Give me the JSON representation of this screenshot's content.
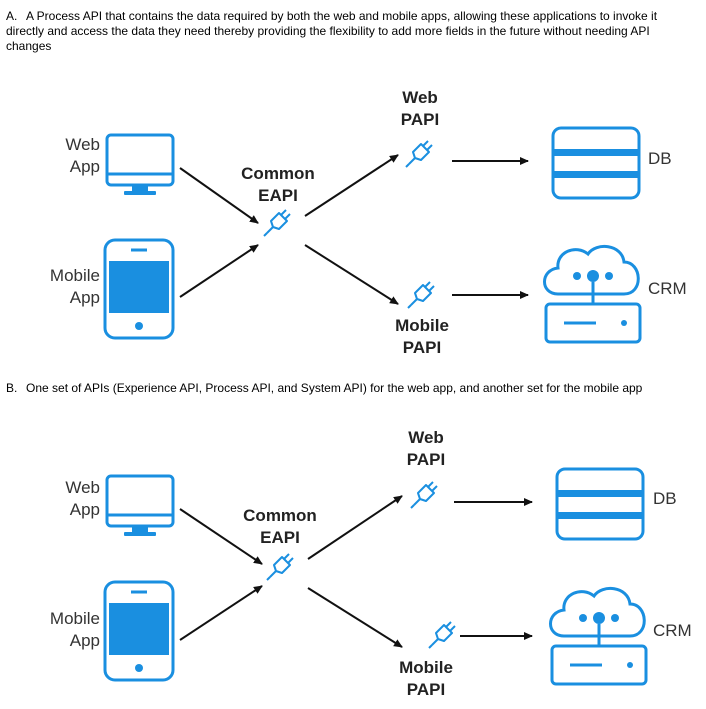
{
  "option_a": {
    "letter": "A.",
    "text": "A Process API that contains the data required by both the web and mobile apps, allowing these applications to invoke it directly and access the data they need thereby providing the flexibility to add more fields in the future without needing API changes"
  },
  "option_b": {
    "letter": "B.",
    "text": "One set of APIs (Experience API, Process API, and System API) for the web app, and another set for the mobile app"
  },
  "diagram_a": {
    "web_app_label_1": "Web",
    "web_app_label_2": "App",
    "mobile_app_label_1": "Mobile",
    "mobile_app_label_2": "App",
    "common_eapi_label_1": "Common",
    "common_eapi_label_2": "EAPI",
    "web_papi_label_1": "Web",
    "web_papi_label_2": "PAPI",
    "mobile_papi_label_1": "Mobile",
    "mobile_papi_label_2": "PAPI",
    "db_label": "DB",
    "crm_label": "CRM"
  },
  "diagram_b": {
    "web_app_label_1": "Web",
    "web_app_label_2": "App",
    "mobile_app_label_1": "Mobile",
    "mobile_app_label_2": "App",
    "common_eapi_label_1": "Common",
    "common_eapi_label_2": "EAPI",
    "web_papi_label_1": "Web",
    "web_papi_label_2": "PAPI",
    "mobile_papi_label_1": "Mobile",
    "mobile_papi_label_2": "PAPI",
    "db_label": "DB",
    "crm_label": "CRM"
  },
  "colors": {
    "accent": "#1a8fe0",
    "arrow": "#111111"
  }
}
